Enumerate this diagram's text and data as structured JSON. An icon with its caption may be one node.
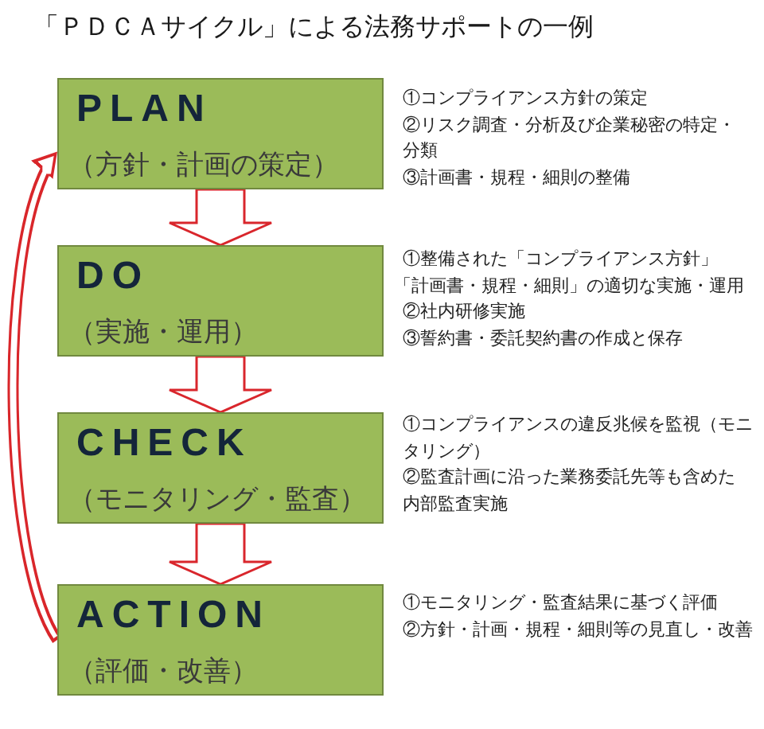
{
  "diagram": {
    "title": "「ＰＤＣＡサイクル」による法務サポートの一例",
    "nodes": [
      {
        "text": [
          "PLAN",
          "（方針・計画の策定）"
        ],
        "beside": [
          "①コンプライアンス方針の策定",
          "②リスク調査・分析及び企業秘密の特定・分類",
          "③計画書・規程・細則の整備"
        ]
      },
      {
        "text": [
          "DO",
          "（実施・運用）"
        ],
        "beside": [
          "①整備された「コンプライアンス方針」「計画書・規程・細則」の適切な実施・運用",
          "②社内研修実施",
          "③誓約書・委託契約書の作成と保存"
        ]
      },
      {
        "text": [
          "CHECK",
          "（モニタリング・監査）"
        ],
        "beside": [
          "①コンプライアンスの違反兆候を監視（モニタリング）",
          "②監査計画に沿った業務委託先等も含めた内部監査実施"
        ]
      },
      {
        "text": [
          "ACTION",
          "（評価・改善）"
        ],
        "beside": [
          "①モニタリング・監査結果に基づく評価",
          "②方針・計画・規程・細則等の見直し・改善"
        ]
      }
    ],
    "edges": [
      {
        "from": 0,
        "to": 1,
        "arrow": "to"
      },
      {
        "from": 1,
        "to": 2,
        "arrow": "to"
      },
      {
        "from": 2,
        "to": 3,
        "arrow": "to"
      },
      {
        "from": 3,
        "to": 0,
        "arrow": "to"
      }
    ]
  }
}
